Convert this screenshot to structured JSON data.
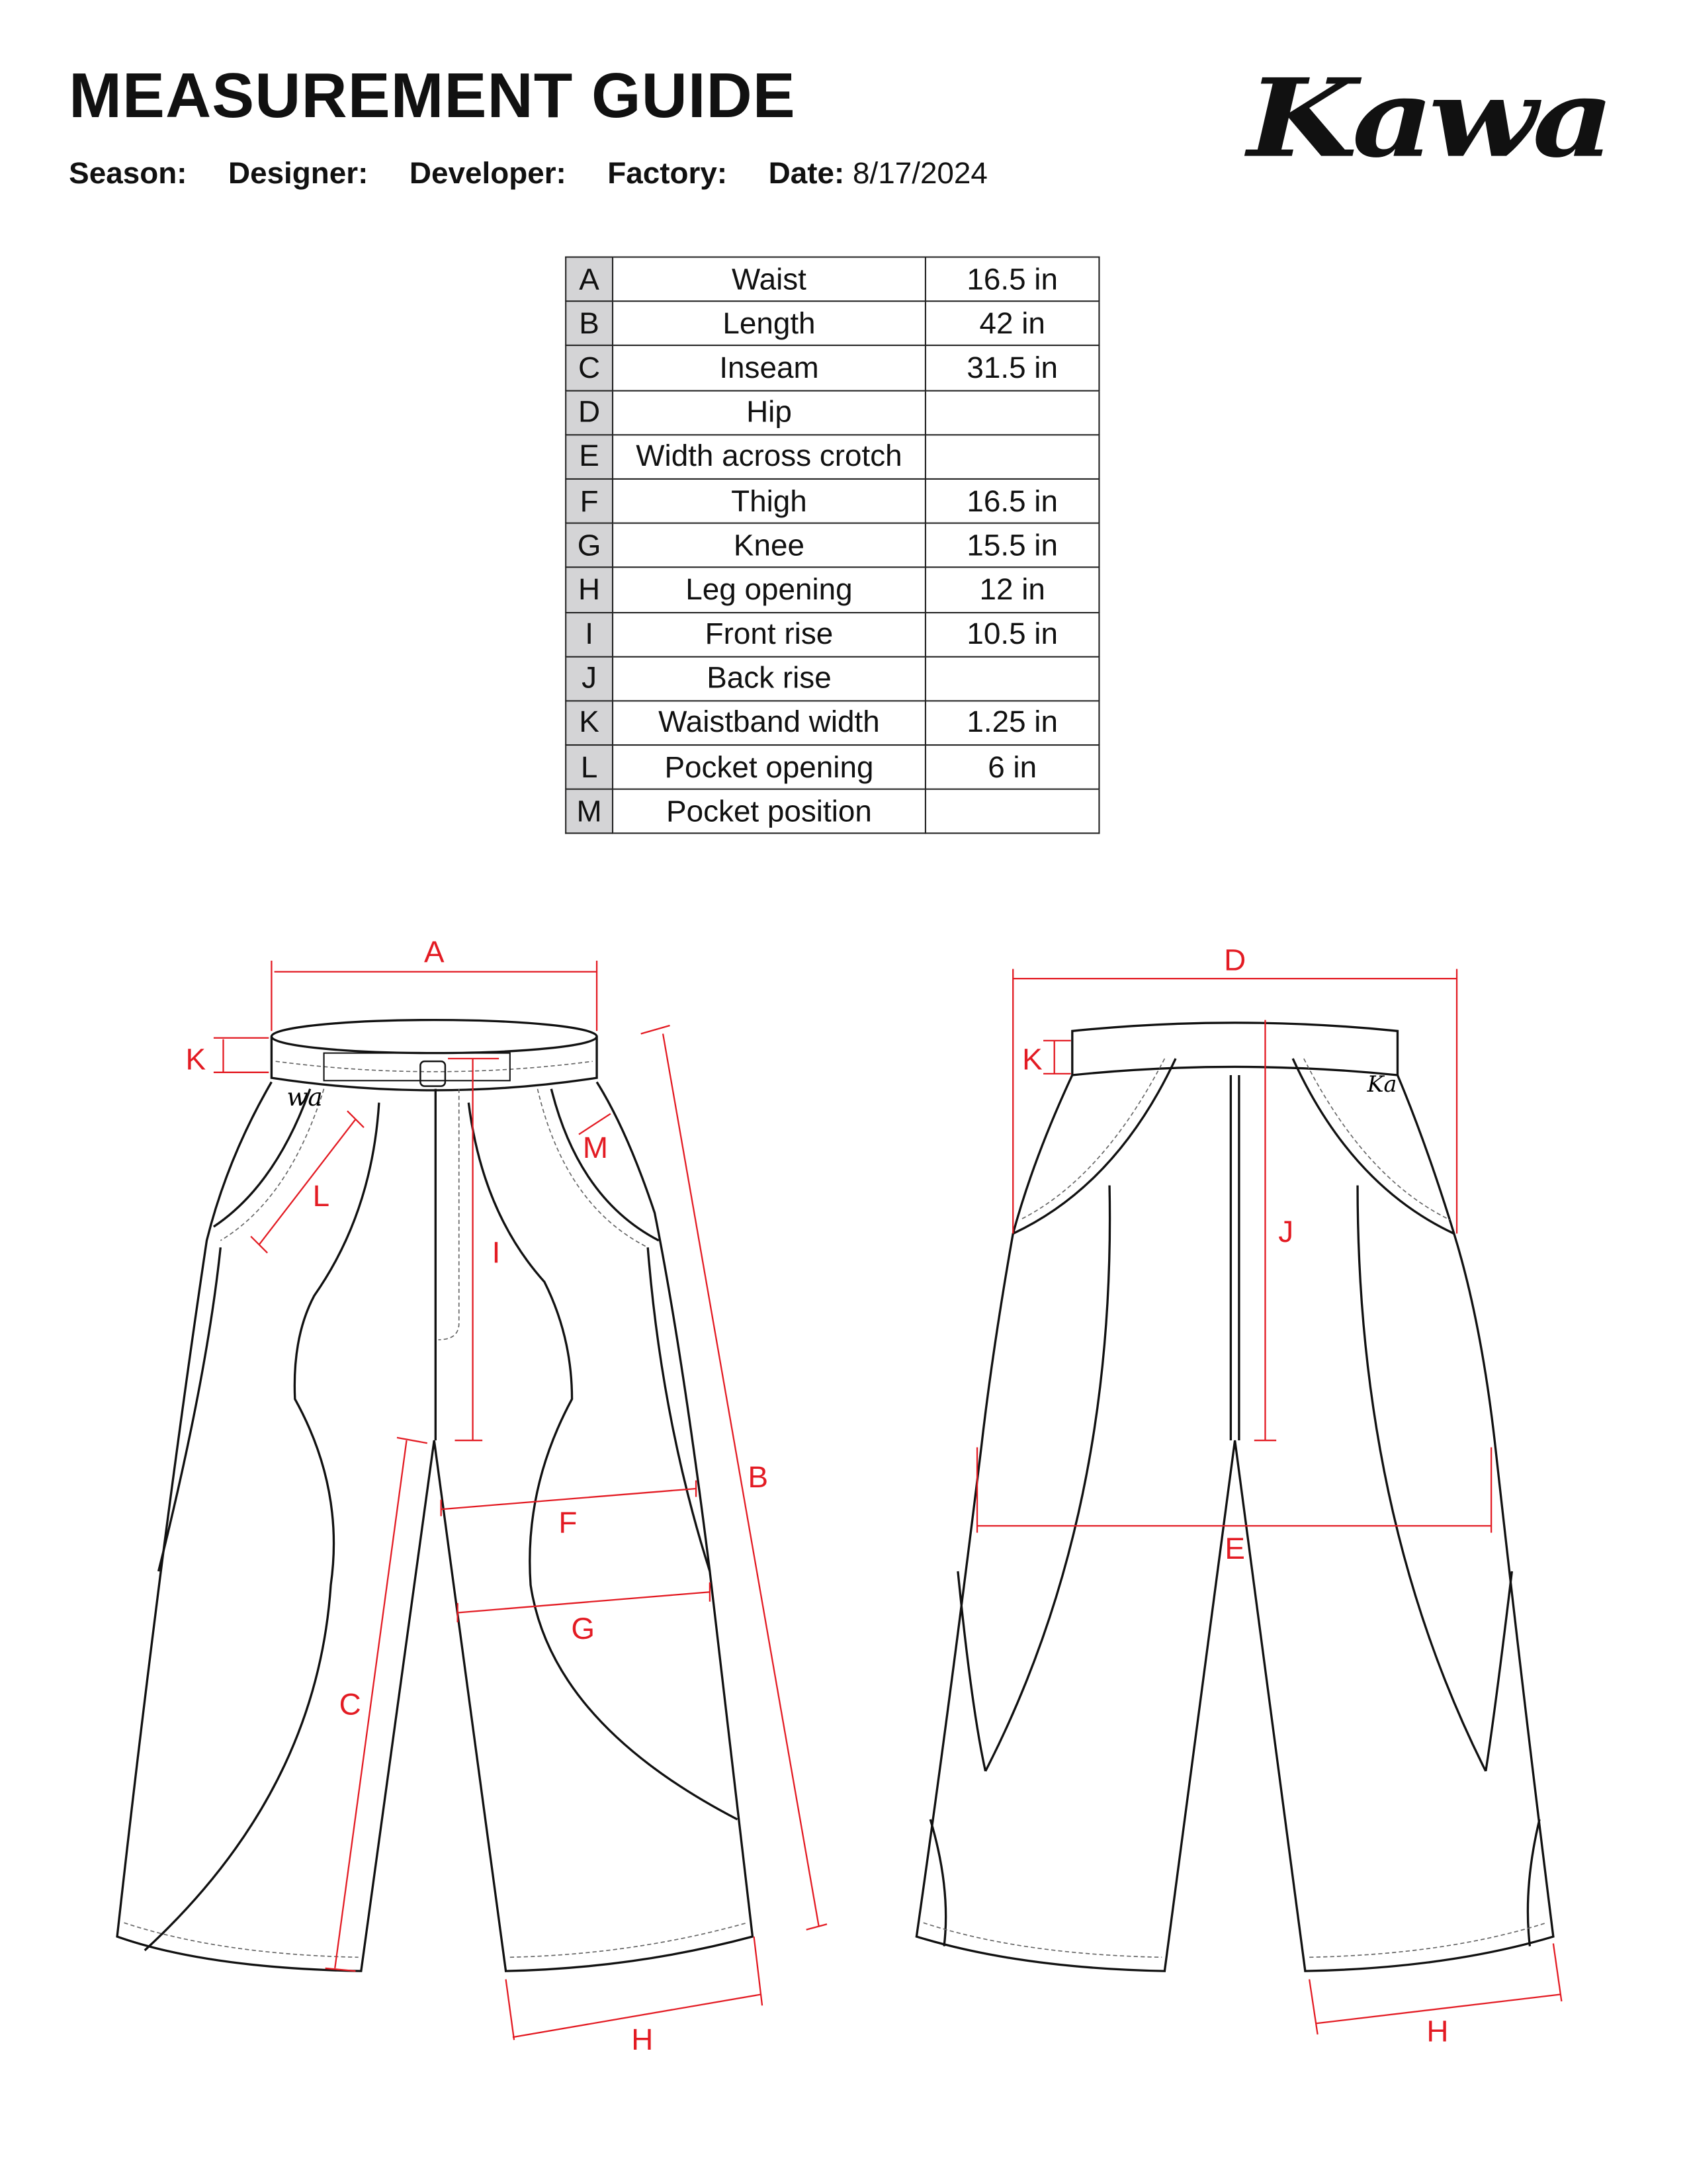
{
  "header": {
    "title": "MEASUREMENT GUIDE",
    "season_label": "Season:",
    "designer_label": "Designer:",
    "developer_label": "Developer:",
    "factory_label": "Factory:",
    "date_label": "Date:",
    "date_value": "8/17/2024",
    "logo": "Kawa"
  },
  "table": [
    {
      "code": "A",
      "name": "Waist",
      "value": "16.5 in"
    },
    {
      "code": "B",
      "name": "Length",
      "value": "42 in"
    },
    {
      "code": "C",
      "name": "Inseam",
      "value": "31.5 in"
    },
    {
      "code": "D",
      "name": "Hip",
      "value": ""
    },
    {
      "code": "E",
      "name": "Width across crotch",
      "value": ""
    },
    {
      "code": "F",
      "name": "Thigh",
      "value": "16.5 in"
    },
    {
      "code": "G",
      "name": "Knee",
      "value": "15.5 in"
    },
    {
      "code": "H",
      "name": "Leg opening",
      "value": "12 in"
    },
    {
      "code": "I",
      "name": "Front rise",
      "value": "10.5 in"
    },
    {
      "code": "J",
      "name": "Back rise",
      "value": ""
    },
    {
      "code": "K",
      "name": "Waistband width",
      "value": "1.25 in"
    },
    {
      "code": "L",
      "name": "Pocket opening",
      "value": "6 in"
    },
    {
      "code": "M",
      "name": "Pocket position",
      "value": ""
    }
  ],
  "front_labels": {
    "a": "A",
    "b": "B",
    "c": "C",
    "f": "F",
    "g": "G",
    "h": "H",
    "i": "I",
    "k": "K",
    "l": "L",
    "m": "M"
  },
  "back_labels": {
    "d": "D",
    "e": "E",
    "h": "H",
    "j": "J",
    "k": "K"
  },
  "colors": {
    "dimension": "#e31b23",
    "code_cell": "#d4d4d6"
  }
}
